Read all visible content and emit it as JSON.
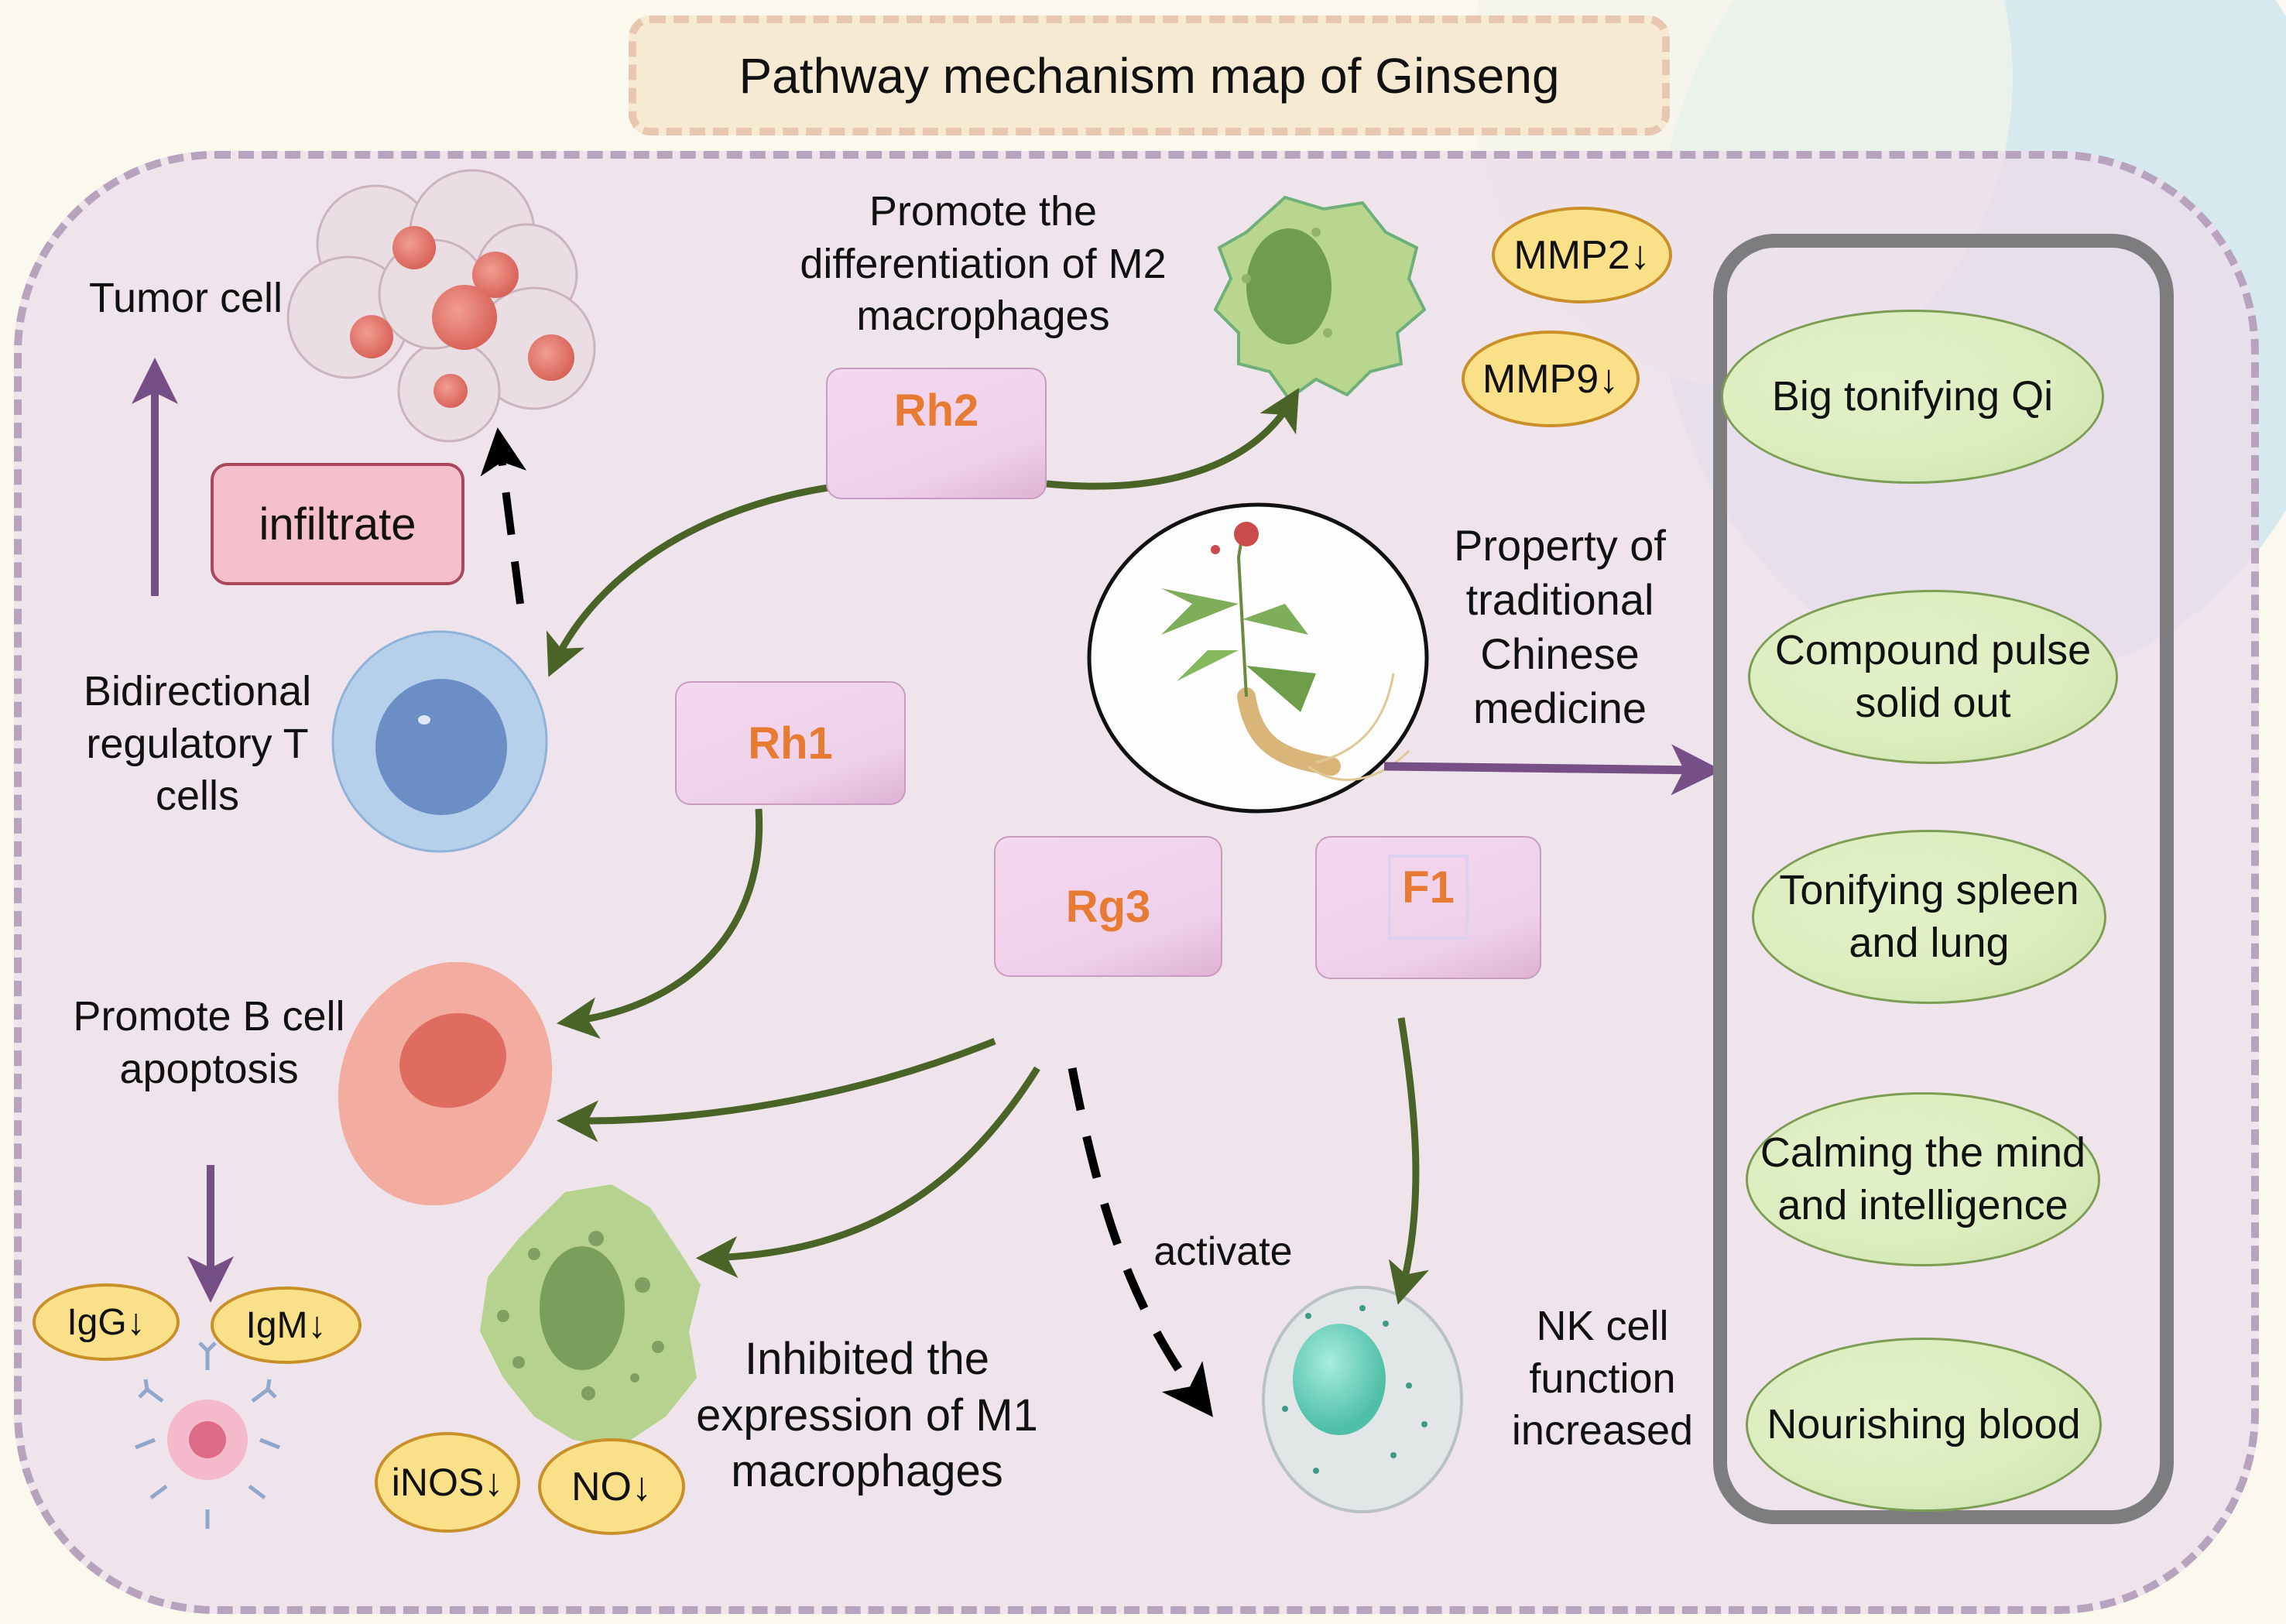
{
  "title": "Pathway mechanism map of Ginseng",
  "colors": {
    "frame_dash": "#b8a3be",
    "title_dash": "#e8c7b1",
    "component_text": "#e77b34",
    "arrow_green": "#4a6428",
    "arrow_purple": "#774f87",
    "arrow_black": "#000000",
    "pill_fill": "#fbe08a",
    "effect_fill": "#dcedbf",
    "panel_border": "#7d7c7f"
  },
  "components": {
    "rh2": "Rh2",
    "rh1": "Rh1",
    "rg3": "Rg3",
    "f1": "F1"
  },
  "cells": {
    "tumor": {
      "label": "Tumor cell",
      "icon": "tumor-cell-cluster-icon"
    },
    "treg": {
      "label": "Bidirectional regulatory T cells",
      "icon": "t-cell-icon"
    },
    "bcell": {
      "label": "Promote B cell apoptosis",
      "icon": "b-cell-icon"
    },
    "m2": {
      "label": "Promote the differentiation of M2 macrophages",
      "icon": "m2-macrophage-icon"
    },
    "m1": {
      "label": "Inhibited the expression of M1 macrophages",
      "icon": "m1-macrophage-icon"
    },
    "nk": {
      "label": "NK cell function increased",
      "icon": "nk-cell-icon"
    },
    "plasma": {
      "icon": "plasma-cell-antibody-icon"
    }
  },
  "labels": {
    "infiltrate": "infiltrate",
    "activate": "activate",
    "tcm_property": "Property of traditional Chinese medicine"
  },
  "markers": {
    "mmp2": "MMP2↓",
    "mmp9": "MMP9↓",
    "igg": "IgG↓",
    "igm": "IgM↓",
    "inos": "iNOS↓",
    "no": "NO↓"
  },
  "tcm_effects": [
    "Big tonifying Qi",
    "Compound pulse solid out",
    "Tonifying spleen and lung",
    "Calming the mind and intelligence",
    "Nourishing blood"
  ],
  "ginseng": {
    "icon": "ginseng-plant-icon"
  }
}
